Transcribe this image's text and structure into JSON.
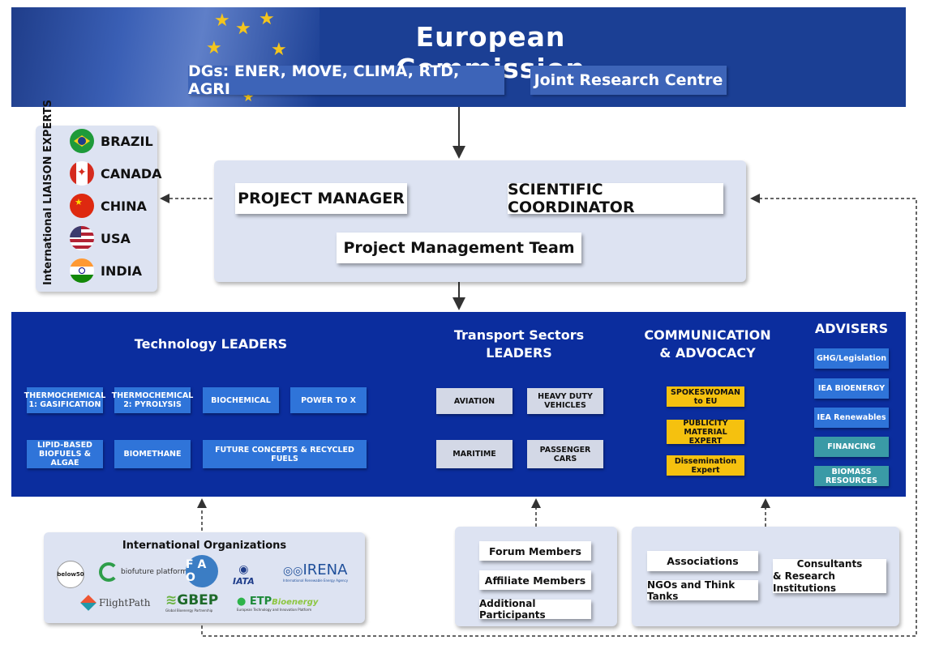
{
  "banner": {
    "title": "European Commission",
    "dgs": "DGs: ENER, MOVE, CLIMA, RTD, AGRI",
    "jrc": "Joint Research Centre"
  },
  "liaison": {
    "label": "International LIAISON EXPERTS",
    "countries": [
      "BRAZIL",
      "CANADA",
      "CHINA",
      "USA",
      "INDIA"
    ]
  },
  "management": {
    "project_manager": "PROJECT MANAGER",
    "scientific_coordinator": "SCIENTIFIC COORDINATOR",
    "team": "Project Management Team"
  },
  "technology": {
    "heading": "Technology LEADERS",
    "items": [
      "THERMOCHEMICAL 1: GASIFICATION",
      "THERMOCHEMICAL 2: PYROLYSIS",
      "BIOCHEMICAL",
      "POWER TO X",
      "LIPID-BASED BIOFUELS & ALGAE",
      "BIOMETHANE",
      "FUTURE CONCEPTS & RECYCLED FUELS"
    ]
  },
  "transport": {
    "heading_line1": "Transport Sectors",
    "heading_line2": "LEADERS",
    "items": [
      "AVIATION",
      "HEAVY DUTY VEHICLES",
      "MARITIME",
      "PASSENGER CARS"
    ]
  },
  "communication": {
    "heading_line1": "COMMUNICATION",
    "heading_line2": "& ADVOCACY",
    "items": [
      "SPOKESWOMAN to EU",
      "PUBLICITY MATERIAL EXPERT",
      "Dissemination Expert"
    ]
  },
  "advisers": {
    "heading": "ADVISERS",
    "items": [
      "GHG/Legislation",
      "IEA BIOENERGY",
      "IEA Renewables",
      "FINANCING",
      "BIOMASS RESOURCES"
    ]
  },
  "international_orgs": {
    "heading": "International Organizations",
    "logos": [
      "below50",
      "biofuture platform",
      "IATA",
      "IRENA",
      "FlightPath",
      "GBEP",
      "ETP",
      "Bioenergy"
    ],
    "subtexts": {
      "irena": "International Renewable Energy Agency",
      "gbep": "Global Bioenergy Partnership",
      "etp": "European Technology and Innovation Platform"
    }
  },
  "forum": {
    "items": [
      "Forum Members",
      "Affiliate Members",
      "Additional Participants"
    ]
  },
  "stakeholders": {
    "associations": "Associations",
    "ngos": "NGOs and Think Tanks",
    "consultants_line1": "Consultants",
    "consultants_line2": "& Research Institutions"
  },
  "colors": {
    "banner": "#1b3f94",
    "main_band": "#0b2d9e",
    "panel": "#dde3f2",
    "tech": "#2f74d9",
    "transport": "#d3d8e6",
    "communication": "#f5c10f",
    "adviser_light": "#2f74d9",
    "adviser_teal": "#3a9aa6"
  }
}
